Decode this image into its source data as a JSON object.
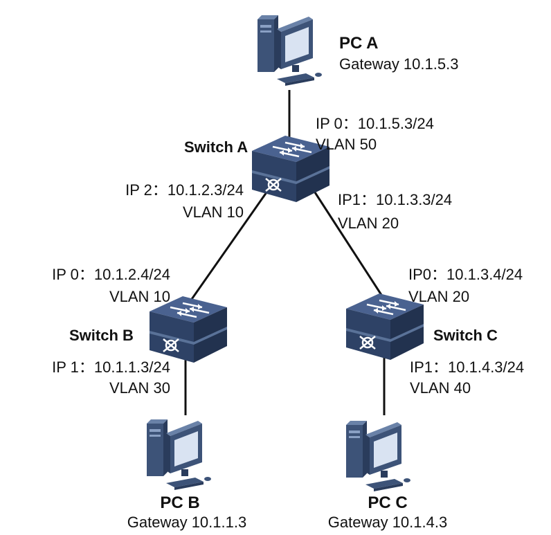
{
  "colors": {
    "device_fill": "#3d5378",
    "device_dark": "#2a3c5c",
    "device_light": "#6a82a8",
    "line": "#111111"
  },
  "nodes": {
    "pc_a": {
      "name": "PC A",
      "gateway": "Gateway 10.1.5.3",
      "icon": "computer-icon"
    },
    "pc_b": {
      "name": "PC B",
      "gateway": "Gateway 10.1.1.3",
      "icon": "computer-icon"
    },
    "pc_c": {
      "name": "PC C",
      "gateway": "Gateway 10.1.4.3",
      "icon": "computer-icon"
    },
    "switch_a": {
      "name": "Switch A",
      "icon": "switch-icon"
    },
    "switch_b": {
      "name": "Switch B",
      "icon": "switch-icon"
    },
    "switch_c": {
      "name": "Switch C",
      "icon": "switch-icon"
    }
  },
  "interfaces": {
    "sa_ip0": {
      "ip": "IP 0：10.1.5.3/24",
      "vlan": "VLAN 50"
    },
    "sa_ip2": {
      "ip": "IP 2：10.1.2.3/24",
      "vlan": "VLAN 10"
    },
    "sa_ip1": {
      "ip": "IP1：10.1.3.3/24",
      "vlan": "VLAN 20"
    },
    "sb_ip0": {
      "ip": "IP 0：10.1.2.4/24",
      "vlan": "VLAN 10"
    },
    "sb_ip1": {
      "ip": "IP 1：10.1.1.3/24",
      "vlan": "VLAN 30"
    },
    "sc_ip0": {
      "ip": "IP0：10.1.3.4/24",
      "vlan": "VLAN 20"
    },
    "sc_ip1": {
      "ip": "IP1：10.1.4.3/24",
      "vlan": "VLAN 40"
    }
  }
}
